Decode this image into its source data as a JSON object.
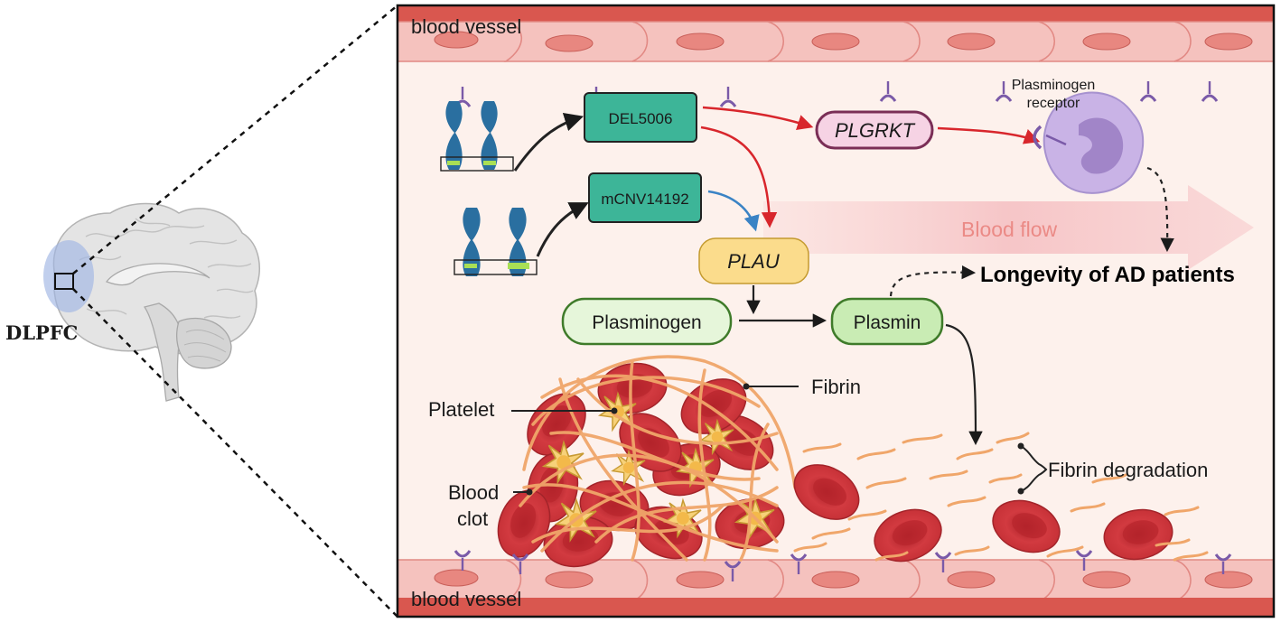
{
  "brain": {
    "region_label": "DLPFC"
  },
  "vessel": {
    "top_label": "blood vessel",
    "bottom_label": "blood vessel"
  },
  "genes": {
    "del": "DEL5006",
    "mcnv": "mCNV14192",
    "plgrkt": "PLGRKT",
    "plau": "PLAU"
  },
  "receptor_label_line1": "Plasminogen",
  "receptor_label_line2": "receptor",
  "flow_label": "Blood flow",
  "outcome": "Longevity of AD patients",
  "proteins": {
    "plasminogen": "Plasminogen",
    "plasmin": "Plasmin"
  },
  "annotations": {
    "fibrin": "Fibrin",
    "platelet": "Platelet",
    "clot_line1": "Blood",
    "clot_line2": "clot",
    "degradation": "Fibrin degradation"
  },
  "colors": {
    "vessel_wall": "#d9574f",
    "endothelium": "#f2b6b2",
    "lumen": "#fdf1ec",
    "gene_box": "#3db598",
    "plgrkt_fill": "#f6d3e4",
    "plgrkt_stroke": "#7a2e56",
    "plau_fill": "#fbdc8c",
    "protein_fill": "#dcf3c8",
    "protein_stroke": "#3f7b2a",
    "red_arrow": "#d8262c",
    "blue_arrow": "#3a83c5",
    "chromosome": "#2a6fa0",
    "rbc": "#c8343a",
    "fibrin_strand": "#f0a66a",
    "platelet": "#f7d179",
    "cell": "#c9b3e6",
    "receptor": "#7a5aa8"
  }
}
